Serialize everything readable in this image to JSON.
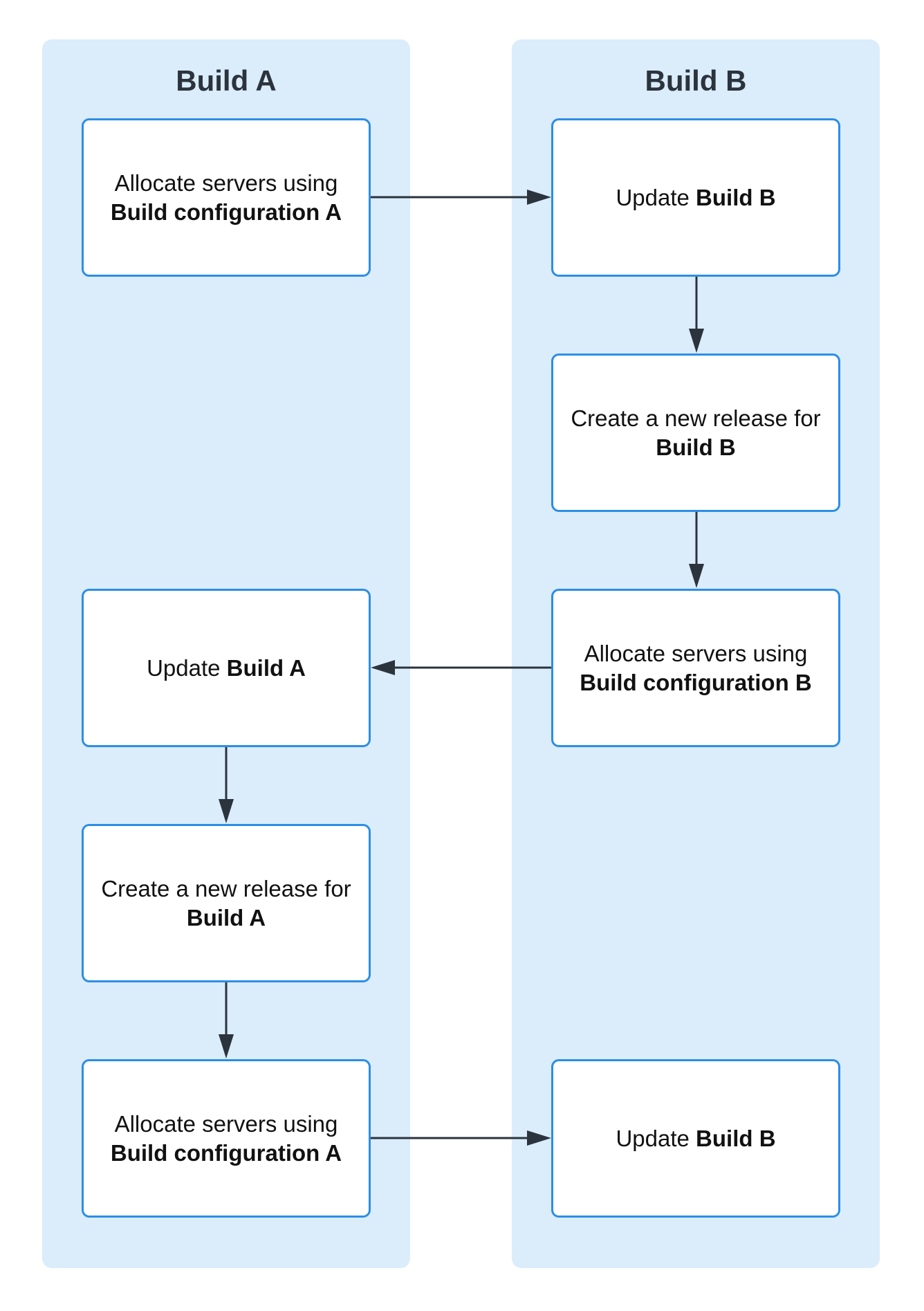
{
  "lanes": {
    "a": {
      "title": "Build A"
    },
    "b": {
      "title": "Build B"
    }
  },
  "nodes": {
    "a1": {
      "line1": "Allocate servers using",
      "line2": "Build configuration A"
    },
    "b1": {
      "prefix": "Update ",
      "bold": "Build B"
    },
    "b2": {
      "line1": "Create a new release for",
      "line2": "Build B"
    },
    "b3": {
      "line1": "Allocate servers using",
      "line2": "Build configuration B"
    },
    "a2": {
      "prefix": "Update ",
      "bold": "Build A"
    },
    "a3": {
      "line1": "Create a new release for",
      "line2": "Build A"
    },
    "a4": {
      "line1": "Allocate servers using",
      "line2": "Build configuration A"
    },
    "b4": {
      "prefix": "Update ",
      "bold": "Build B"
    }
  },
  "colors": {
    "lane_background": "#dbecfb",
    "box_border": "#2b8ee6",
    "arrow": "#2b333d"
  }
}
